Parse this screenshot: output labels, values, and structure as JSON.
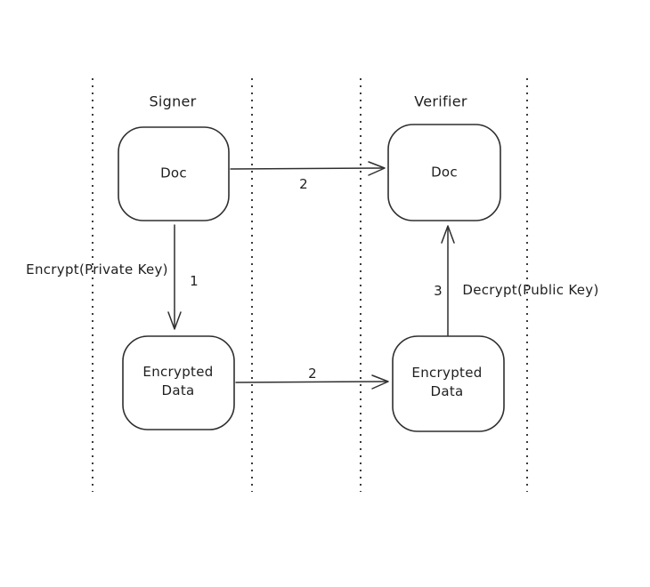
{
  "diagram": {
    "colors": {
      "background": "#ffffff",
      "stroke": "#2f2f2f",
      "divider": "#3c3c3c",
      "text": "#1e1e1e"
    },
    "lanes": [
      {
        "label": "Signer"
      },
      {
        "label": "Verifier"
      }
    ],
    "nodes": [
      {
        "id": "signer-doc",
        "lines": [
          "Doc"
        ]
      },
      {
        "id": "verifier-doc",
        "lines": [
          "Doc"
        ]
      },
      {
        "id": "signer-encrypted-data",
        "lines": [
          "Encrypted",
          "Data"
        ]
      },
      {
        "id": "verifier-encrypted-data",
        "lines": [
          "Encrypted",
          "Data"
        ]
      }
    ],
    "arrows": [
      {
        "id": "doc-to-doc",
        "from": "signer-doc",
        "to": "verifier-doc",
        "label": "2"
      },
      {
        "id": "doc-to-encrypted-data",
        "from": "signer-doc",
        "to": "signer-encrypted-data",
        "label": "1",
        "annotation": "Encrypt(Private Key)"
      },
      {
        "id": "encrypted-to-encrypted",
        "from": "signer-encrypted-data",
        "to": "verifier-encrypted-data",
        "label": "2"
      },
      {
        "id": "encrypted-to-doc",
        "from": "verifier-encrypted-data",
        "to": "verifier-doc",
        "label": "3",
        "annotation": "Decrypt(Public Key)"
      }
    ]
  }
}
